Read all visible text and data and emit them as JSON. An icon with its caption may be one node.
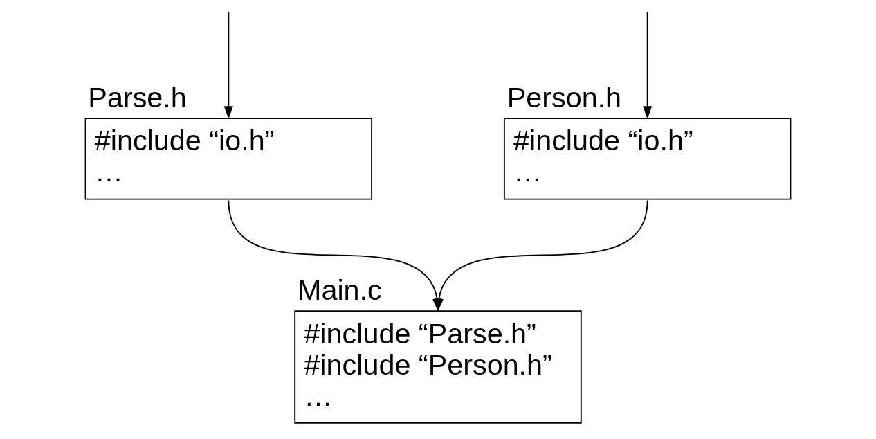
{
  "diagram": {
    "nodes": [
      {
        "text": [
          "Parse.h",
          "#include “io.h”",
          "…"
        ]
      },
      {
        "text": [
          "Person.h",
          "#include “io.h”",
          "…"
        ]
      },
      {
        "text": [
          "Main.c",
          "#include “Parse.h”",
          "#include “Person.h”",
          "…"
        ]
      }
    ],
    "edges": [
      {
        "from": null,
        "to": 0,
        "arrow": "to"
      },
      {
        "from": null,
        "to": 1,
        "arrow": "to"
      },
      {
        "from": 0,
        "to": 2,
        "arrow": "to"
      },
      {
        "from": 1,
        "to": 2,
        "arrow": "to"
      }
    ]
  }
}
